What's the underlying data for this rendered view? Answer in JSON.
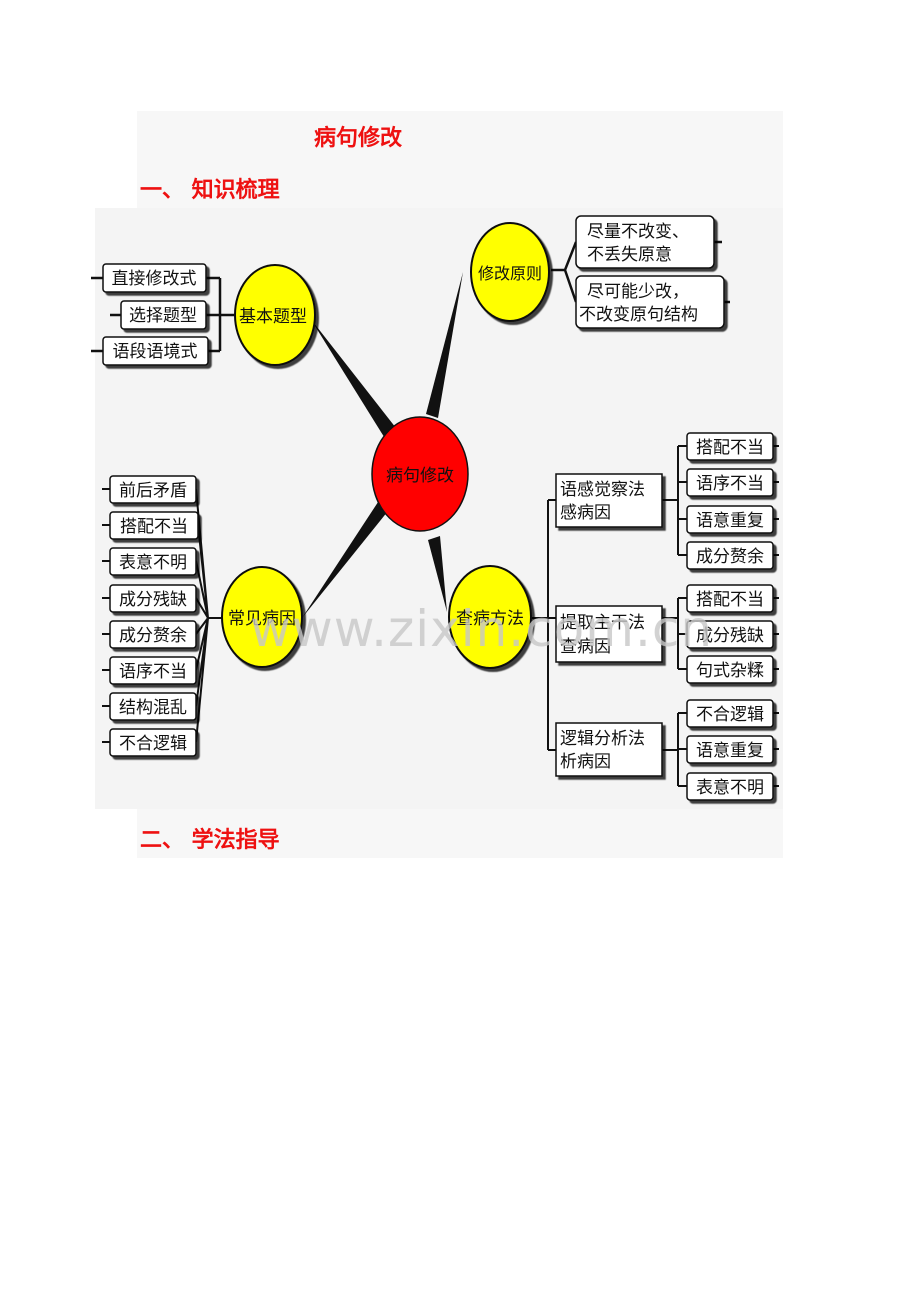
{
  "title": "病句修改",
  "sections": {
    "s1": "一、 知识梳理",
    "s2": "二、 学法指导"
  },
  "watermark": "www.zixin.com.cn",
  "mindmap": {
    "center": "病句修改",
    "basic": {
      "label": "基本题型",
      "items": [
        "直接修改式",
        "选择题型",
        "语段语境式"
      ]
    },
    "principle": {
      "label": "修改原则",
      "items": [
        [
          "尽量不改变、",
          "不丢失原意"
        ],
        [
          "尽可能少改，",
          "不改变原句结构"
        ]
      ]
    },
    "common": {
      "label": "常见病因",
      "items": [
        "前后矛盾",
        "搭配不当",
        "表意不明",
        "成分残缺",
        "成分赘余",
        "语序不当",
        "结构混乱",
        "不合逻辑"
      ]
    },
    "method": {
      "label": "查病方法",
      "groups": [
        {
          "lines": [
            "语感觉察法",
            "感病因"
          ],
          "items": [
            "搭配不当",
            "语序不当",
            "语意重复",
            "成分赘余"
          ]
        },
        {
          "lines": [
            "提取主干法",
            "查病因"
          ],
          "items": [
            "搭配不当",
            "成分残缺",
            "句式杂糅"
          ]
        },
        {
          "lines": [
            "逻辑分析法",
            "析病因"
          ],
          "items": [
            "不合逻辑",
            "语意重复",
            "表意不明"
          ]
        }
      ]
    }
  },
  "colors": {
    "heading": "#ee1111",
    "center": "#ff0000",
    "node": "#ffff00"
  }
}
